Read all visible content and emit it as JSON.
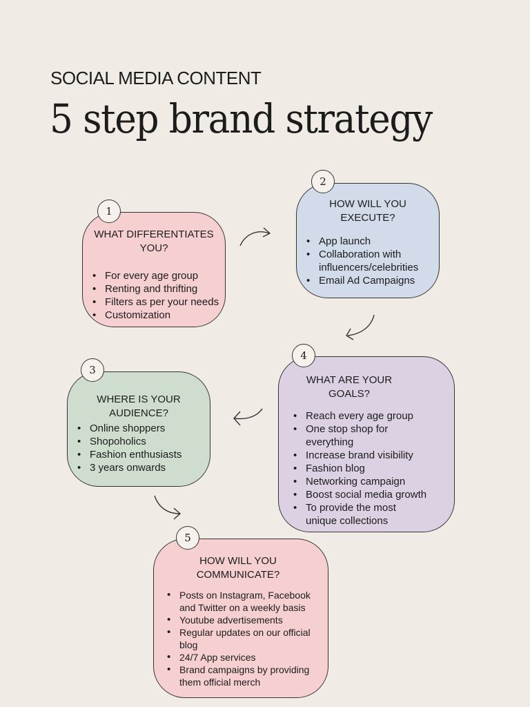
{
  "header": {
    "subtitle": "SOCIAL MEDIA CONTENT",
    "title": "5 step brand strategy"
  },
  "steps": [
    {
      "number": "1",
      "heading_line1": "WHAT DIFFERENTIATES",
      "heading_line2": "YOU?",
      "color": "#f6cfd1",
      "items": [
        "For every age group",
        "Renting and thrifting",
        "Filters as per your needs",
        "Customization"
      ]
    },
    {
      "number": "2",
      "heading_line1": "HOW WILL YOU",
      "heading_line2": "EXECUTE?",
      "color": "#d2dbea",
      "items": [
        "App launch",
        "Collaboration with",
        "influencers/celebrities",
        "Email Ad Campaigns"
      ]
    },
    {
      "number": "3",
      "heading_line1": "WHERE IS YOUR",
      "heading_line2": "AUDIENCE?",
      "color": "#cfddcf",
      "items": [
        "Online shoppers",
        "Shopoholics",
        "Fashion enthusiasts",
        "3 years onwards"
      ]
    },
    {
      "number": "4",
      "heading_line1": "WHAT ARE YOUR",
      "heading_line2": "GOALS?",
      "color": "#dcd1e3",
      "items": [
        "Reach every age group",
        "One stop shop for",
        "everything",
        "Increase brand visibility",
        "Fashion blog",
        "Networking campaign",
        "Boost social media growth",
        "To provide the most",
        "unique collections"
      ]
    },
    {
      "number": "5",
      "heading_line1": "HOW WILL YOU",
      "heading_line2": "COMMUNICATE?",
      "color": "#f6cfd1",
      "items": [
        "Posts on Instagram, Facebook",
        "and Twitter on a weekly basis",
        "Youtube advertisements",
        "Regular updates on our official",
        "blog",
        "24/7 App services",
        "Brand campaigns by providing",
        "them official merch"
      ]
    }
  ]
}
